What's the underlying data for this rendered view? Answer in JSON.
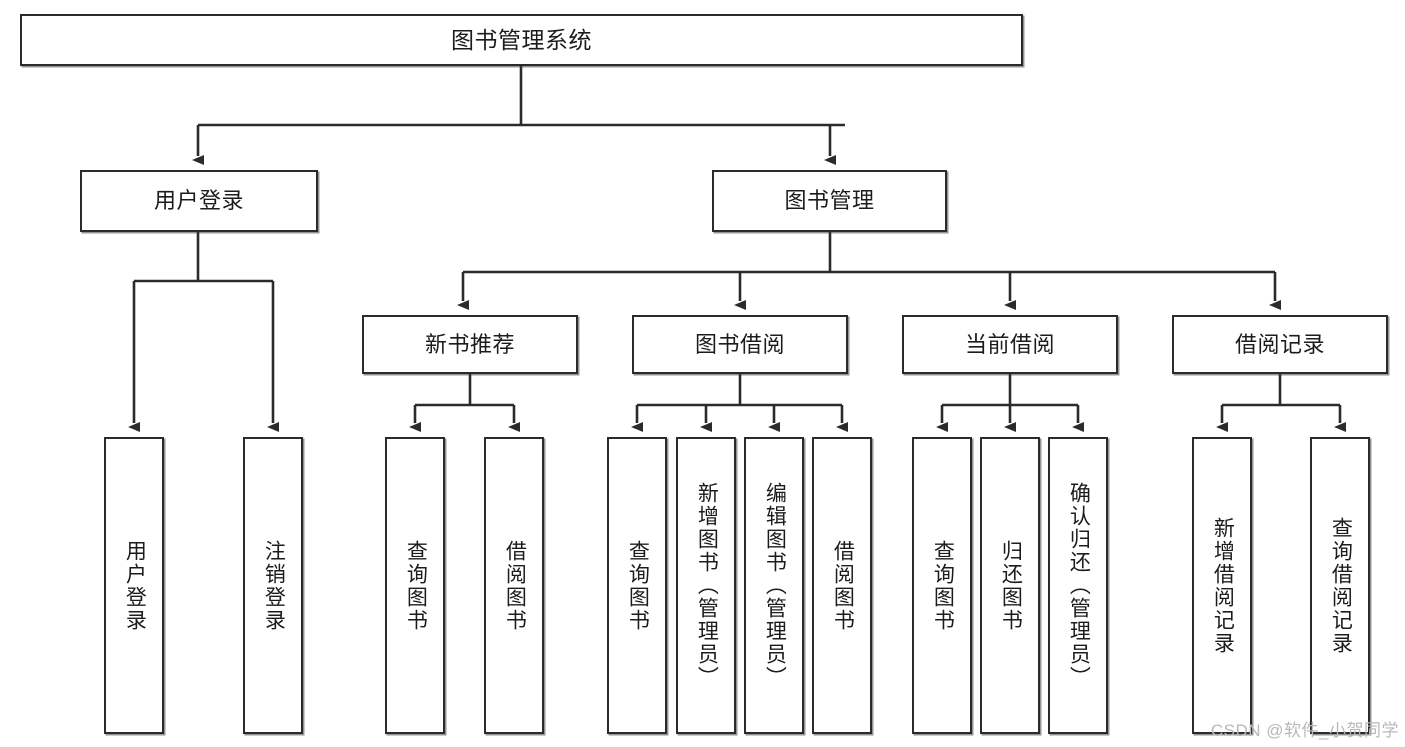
{
  "diagram": {
    "title": "图书管理系统",
    "type": "tree-hierarchy",
    "watermark": "CSDN @软件_小贺同学",
    "colors": {
      "box_border": "#2b2b2b",
      "box_fill": "#ffffff",
      "edge": "#2b2b2b",
      "text": "#1c1c1c",
      "watermark": "#b9b9b9"
    },
    "nodes": {
      "root": {
        "label": "图书管理系统"
      },
      "level2": [
        {
          "id": "user-login",
          "label": "用户登录"
        },
        {
          "id": "book-manage",
          "label": "图书管理"
        }
      ],
      "level3": [
        {
          "id": "new-book-recommend",
          "label": "新书推荐"
        },
        {
          "id": "book-borrow",
          "label": "图书借阅"
        },
        {
          "id": "current-borrow",
          "label": "当前借阅"
        },
        {
          "id": "borrow-record",
          "label": "借阅记录"
        }
      ],
      "leaves": {
        "user-login": [
          {
            "id": "leaf-user-login",
            "label": "用户登录"
          },
          {
            "id": "leaf-logout-login",
            "label": "注销登录"
          }
        ],
        "new-book-recommend": [
          {
            "id": "leaf-query-book-1",
            "label": "查询图书"
          },
          {
            "id": "leaf-borrow-book-1",
            "label": "借阅图书"
          }
        ],
        "book-borrow": [
          {
            "id": "leaf-query-book-2",
            "label": "查询图书"
          },
          {
            "id": "leaf-add-book",
            "label": "新增图书（管理员）"
          },
          {
            "id": "leaf-edit-book",
            "label": "编辑图书（管理员）"
          },
          {
            "id": "leaf-borrow-book-2",
            "label": "借阅图书"
          }
        ],
        "current-borrow": [
          {
            "id": "leaf-query-book-3",
            "label": "查询图书"
          },
          {
            "id": "leaf-return-book",
            "label": "归还图书"
          },
          {
            "id": "leaf-confirm-return",
            "label": "确认归还（管理员）"
          }
        ],
        "borrow-record": [
          {
            "id": "leaf-add-borrow-record",
            "label": "新增借阅记录"
          },
          {
            "id": "leaf-query-borrow-record",
            "label": "查询借阅记录"
          }
        ]
      }
    }
  }
}
